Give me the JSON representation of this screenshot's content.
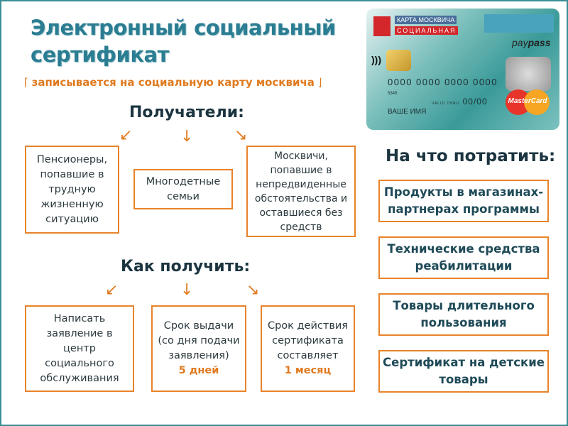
{
  "title": {
    "line1": "Электронный социальный",
    "line2": "сертификат"
  },
  "subtitle": "записывается на социальную карту москвича",
  "card": {
    "name": "КАРТА МОСКВИЧА",
    "type": "СОЦИАЛЬНАЯ",
    "paypass_a": "pay",
    "paypass_b": "pass",
    "number": "0000 0000 0000 0000",
    "small_code": "5345",
    "valid_label": "VALID THRU",
    "valid": "00/00",
    "holder": "ВАШЕ ИМЯ",
    "brand": "MasterCard"
  },
  "recipients": {
    "heading": "Получатели:",
    "items": [
      "Пенсионеры, попавшие в трудную жизненную ситуацию",
      "Многодетные семьи",
      "Москвичи, попавшие в непредвиденные обстоятельства и оставшиеся без средств"
    ]
  },
  "how": {
    "heading": "Как получить:",
    "items": [
      {
        "text": "Написать заявление в центр социального обслуживания"
      },
      {
        "text": "Срок выдачи (со дня подачи заявления)",
        "highlight": "5 дней"
      },
      {
        "text": "Срок действия сертификата составляет",
        "highlight": "1 месяц"
      }
    ]
  },
  "spend": {
    "heading": "На что потратить:",
    "items": [
      "Продукты в магазинах-партнерах программы",
      "Технические средства реабилитации",
      "Товары длительного пользования",
      "Сертификат на детские товары"
    ]
  },
  "arrows": {
    "left": "↙",
    "down": "↓",
    "right": "↘"
  }
}
